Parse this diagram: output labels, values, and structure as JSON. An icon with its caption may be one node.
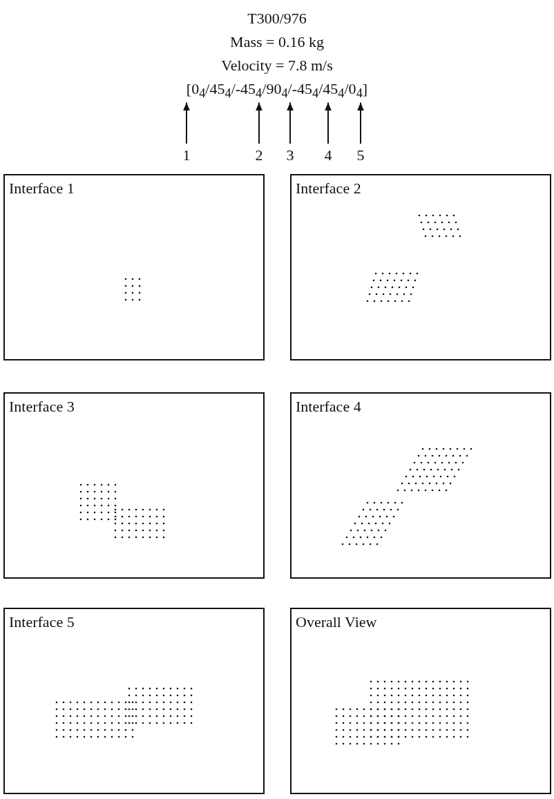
{
  "diagram": {
    "title": "T300/976",
    "nodes": [
      {
        "text": [
          "[0$_{4}$/45$_{4}$/-45$_{4}$/90$_{4}$/-45$_{4}$/45$_{4}$/0$_{4}$]"
        ]
      },
      {
        "text": [
          "1"
        ]
      },
      {
        "text": [
          "2"
        ]
      },
      {
        "text": [
          "3"
        ]
      },
      {
        "text": [
          "4"
        ]
      },
      {
        "text": [
          "5"
        ]
      },
      {
        "text": [
          "Interface 1"
        ]
      },
      {
        "text": [
          "Interface 2"
        ]
      },
      {
        "text": [
          "Interface 3"
        ]
      },
      {
        "text": [
          "Interface 4"
        ]
      },
      {
        "text": [
          "Interface 5"
        ]
      },
      {
        "text": [
          "Overall View"
        ]
      }
    ],
    "edges": [
      {
        "from": 1,
        "to": 0,
        "arrow": "to"
      },
      {
        "from": 2,
        "to": 0,
        "arrow": "to"
      },
      {
        "from": 3,
        "to": 0,
        "arrow": "to"
      },
      {
        "from": 4,
        "to": 0,
        "arrow": "to"
      },
      {
        "from": 5,
        "to": 0,
        "arrow": "to"
      }
    ],
    "labels": [
      "Mass = 0.16 kg",
      "Velocity = 7.8 m/s"
    ]
  }
}
